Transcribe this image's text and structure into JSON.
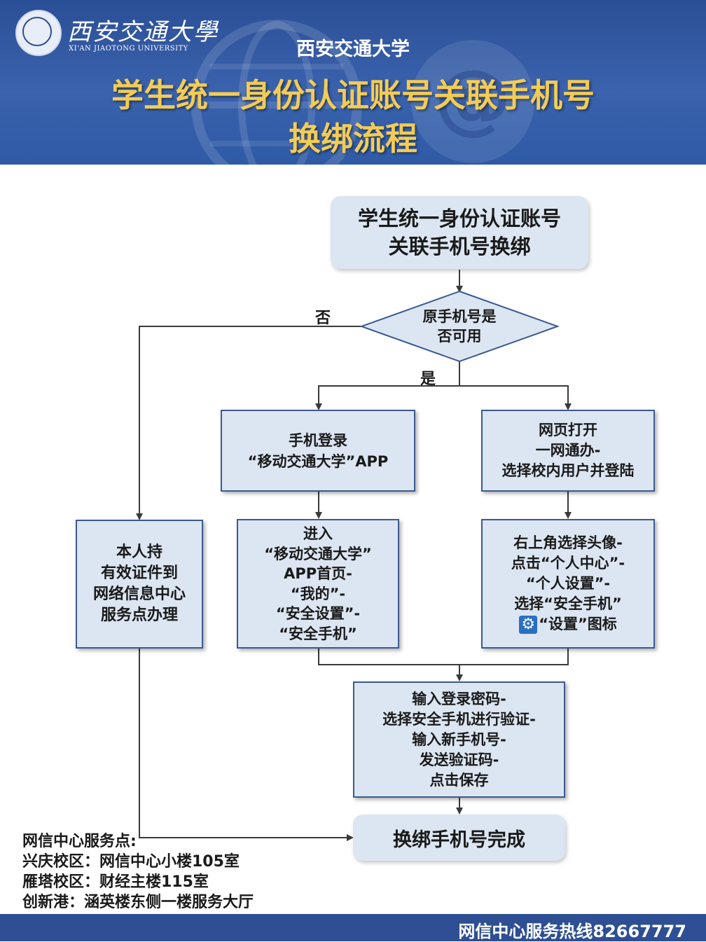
{
  "header": {
    "logo_cn": "西安交通大學",
    "logo_en": "XI'AN JIAOTONG UNIVERSITY",
    "university": "西安交通大学",
    "title_line1": "学生统一身份认证账号关联手机号",
    "title_line2": "换绑流程"
  },
  "flow": {
    "start": [
      "学生统一身份认证账号",
      "关联手机号换绑"
    ],
    "decision": [
      "原手机号是",
      "否可用"
    ],
    "label_no": "否",
    "label_yes": "是",
    "app_login": [
      "手机登录",
      "“移动交通大学”APP"
    ],
    "web_login": [
      "网页打开",
      "一网通办-",
      "选择校内用户并登陆"
    ],
    "offline": [
      "本人持",
      "有效证件到",
      "网络信息中心",
      "服务点办理"
    ],
    "app_steps": [
      "进入",
      "“移动交通大学”",
      "APP首页-",
      "“我的”-",
      "“安全设置”-",
      "“安全手机”"
    ],
    "web_steps": [
      "右上角选择头像-",
      "点击“个人中心”-",
      "“个人设置”-",
      "选择“安全手机”",
      "“设置”图标"
    ],
    "gear_icon": "gear-icon",
    "verify_steps": [
      "输入登录密码-",
      "选择安全手机进行验证-",
      "输入新手机号-",
      "发送验证码-",
      "点击保存"
    ],
    "finish": "换绑手机号完成"
  },
  "service_points": {
    "heading": "网信中心服务点:",
    "items": [
      "兴庆校区：网信中心小楼105室",
      "雁塔校区：财经主楼115室",
      "创新港：涵英楼东侧一楼服务大厅"
    ]
  },
  "footer": {
    "hotline": "网信中心服务热线82667777"
  },
  "colors": {
    "header_blue": "#2e4f93",
    "title_gold": "#f3cc55",
    "box_fill": "#dce6f2",
    "box_border": "#3c5a92"
  }
}
